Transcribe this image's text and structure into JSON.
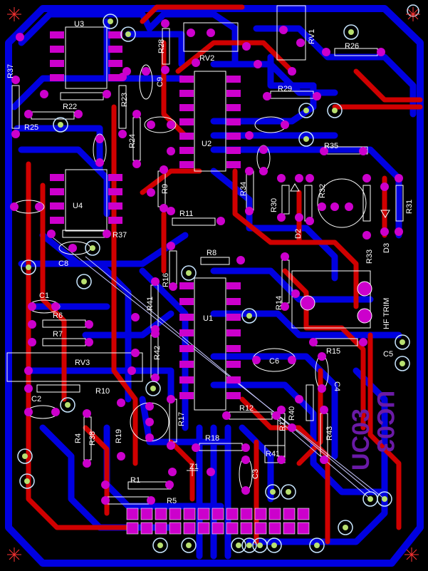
{
  "board": {
    "colors": {
      "background": "#000000",
      "top_copper": "#d00000",
      "bottom_copper": "#0000e0",
      "pad": "#cc00cc",
      "via_ring": "#c8e6ff",
      "via_center": "#b8e070",
      "silkscreen": "#ffffff",
      "marking": "#6a1aa6"
    },
    "title_text": "UC03",
    "title_text_mirrored": "UC03"
  },
  "labels": {
    "u1": "U1",
    "u2": "U2",
    "u3": "U3",
    "u4": "U4",
    "r1": "R1",
    "r4": "R4",
    "r5": "R5",
    "r6": "R6",
    "r7": "R7",
    "r8": "R8",
    "r9": "R9",
    "r10": "R10",
    "r11": "R11",
    "r12": "R12",
    "r13": "R13",
    "r14": "R14",
    "r15": "R15",
    "r16": "R16",
    "r17": "R17",
    "r18": "R18",
    "r19": "R19",
    "r22": "R22",
    "r23": "R23",
    "r24": "R24",
    "r25": "R25",
    "r26": "R26",
    "r28": "R28",
    "r29": "R29",
    "r30": "R30",
    "r31": "R31",
    "r32": "R32",
    "r33": "R33",
    "r34": "R34",
    "r35": "R35",
    "r37a": "R37",
    "r37b": "R37",
    "r38": "R38",
    "r40": "R40",
    "r41": "R41",
    "r42": "R42",
    "r43": "R43",
    "c1": "C1",
    "c2": "C2",
    "c3": "C3",
    "c4": "C4",
    "c5": "C5",
    "c6": "C6",
    "c8": "C8",
    "c9": "C9",
    "d2": "D2",
    "d3": "D3",
    "z1": "Z1",
    "rv1": "RV1",
    "rv2": "RV2",
    "rv3": "RV3",
    "hf_trim": "HF TRIM"
  }
}
